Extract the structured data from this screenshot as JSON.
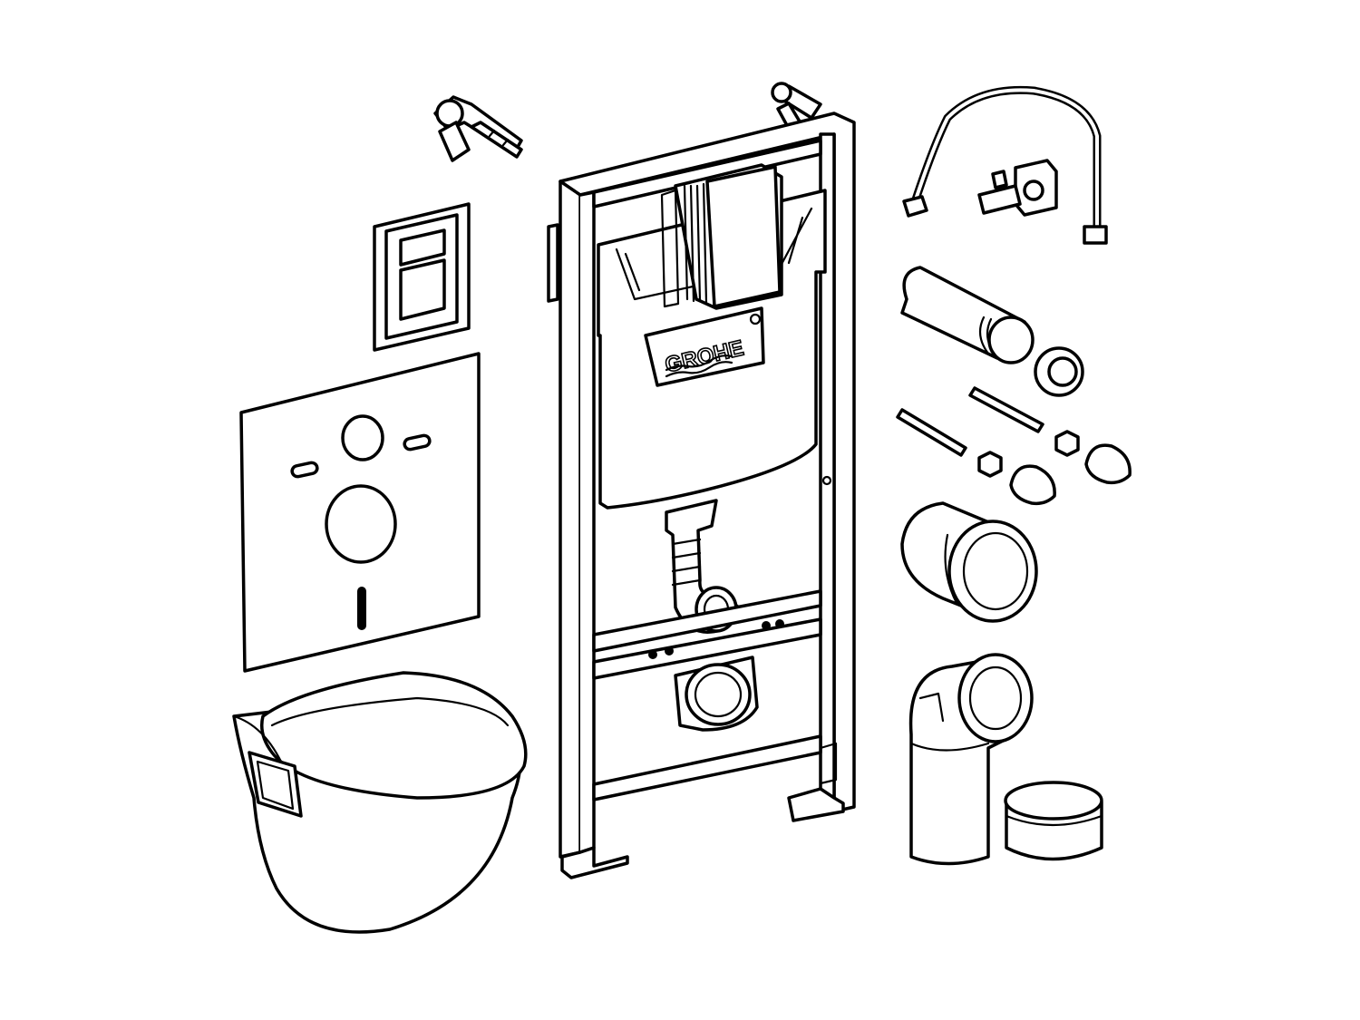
{
  "diagram": {
    "brand_logo": "GROHE",
    "colors": {
      "line": "#000000",
      "background": "#ffffff"
    },
    "components": [
      "wall-brackets",
      "flush-plate",
      "sound-insulation-mat",
      "wall-hung-toilet",
      "installation-frame",
      "water-supply-hose",
      "angle-valve",
      "flush-pipe",
      "pipe-seal",
      "fixing-bolts",
      "nuts",
      "caps",
      "drain-connector",
      "drain-elbow",
      "end-cap"
    ]
  }
}
